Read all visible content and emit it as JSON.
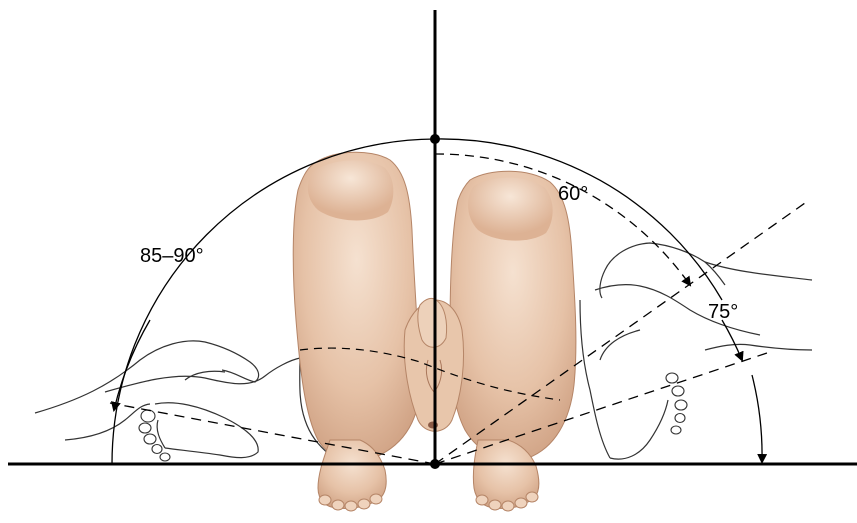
{
  "diagram": {
    "labels": {
      "left_angle": "85–90°",
      "top_angle": "60°",
      "right_angle": "75°"
    },
    "colors": {
      "line": "#000000",
      "skin_light": "#f1d9c6",
      "skin_mid": "#e3bca0",
      "skin_shadow": "#c99a7a",
      "sketch": "#333333",
      "background": "#ffffff"
    }
  }
}
